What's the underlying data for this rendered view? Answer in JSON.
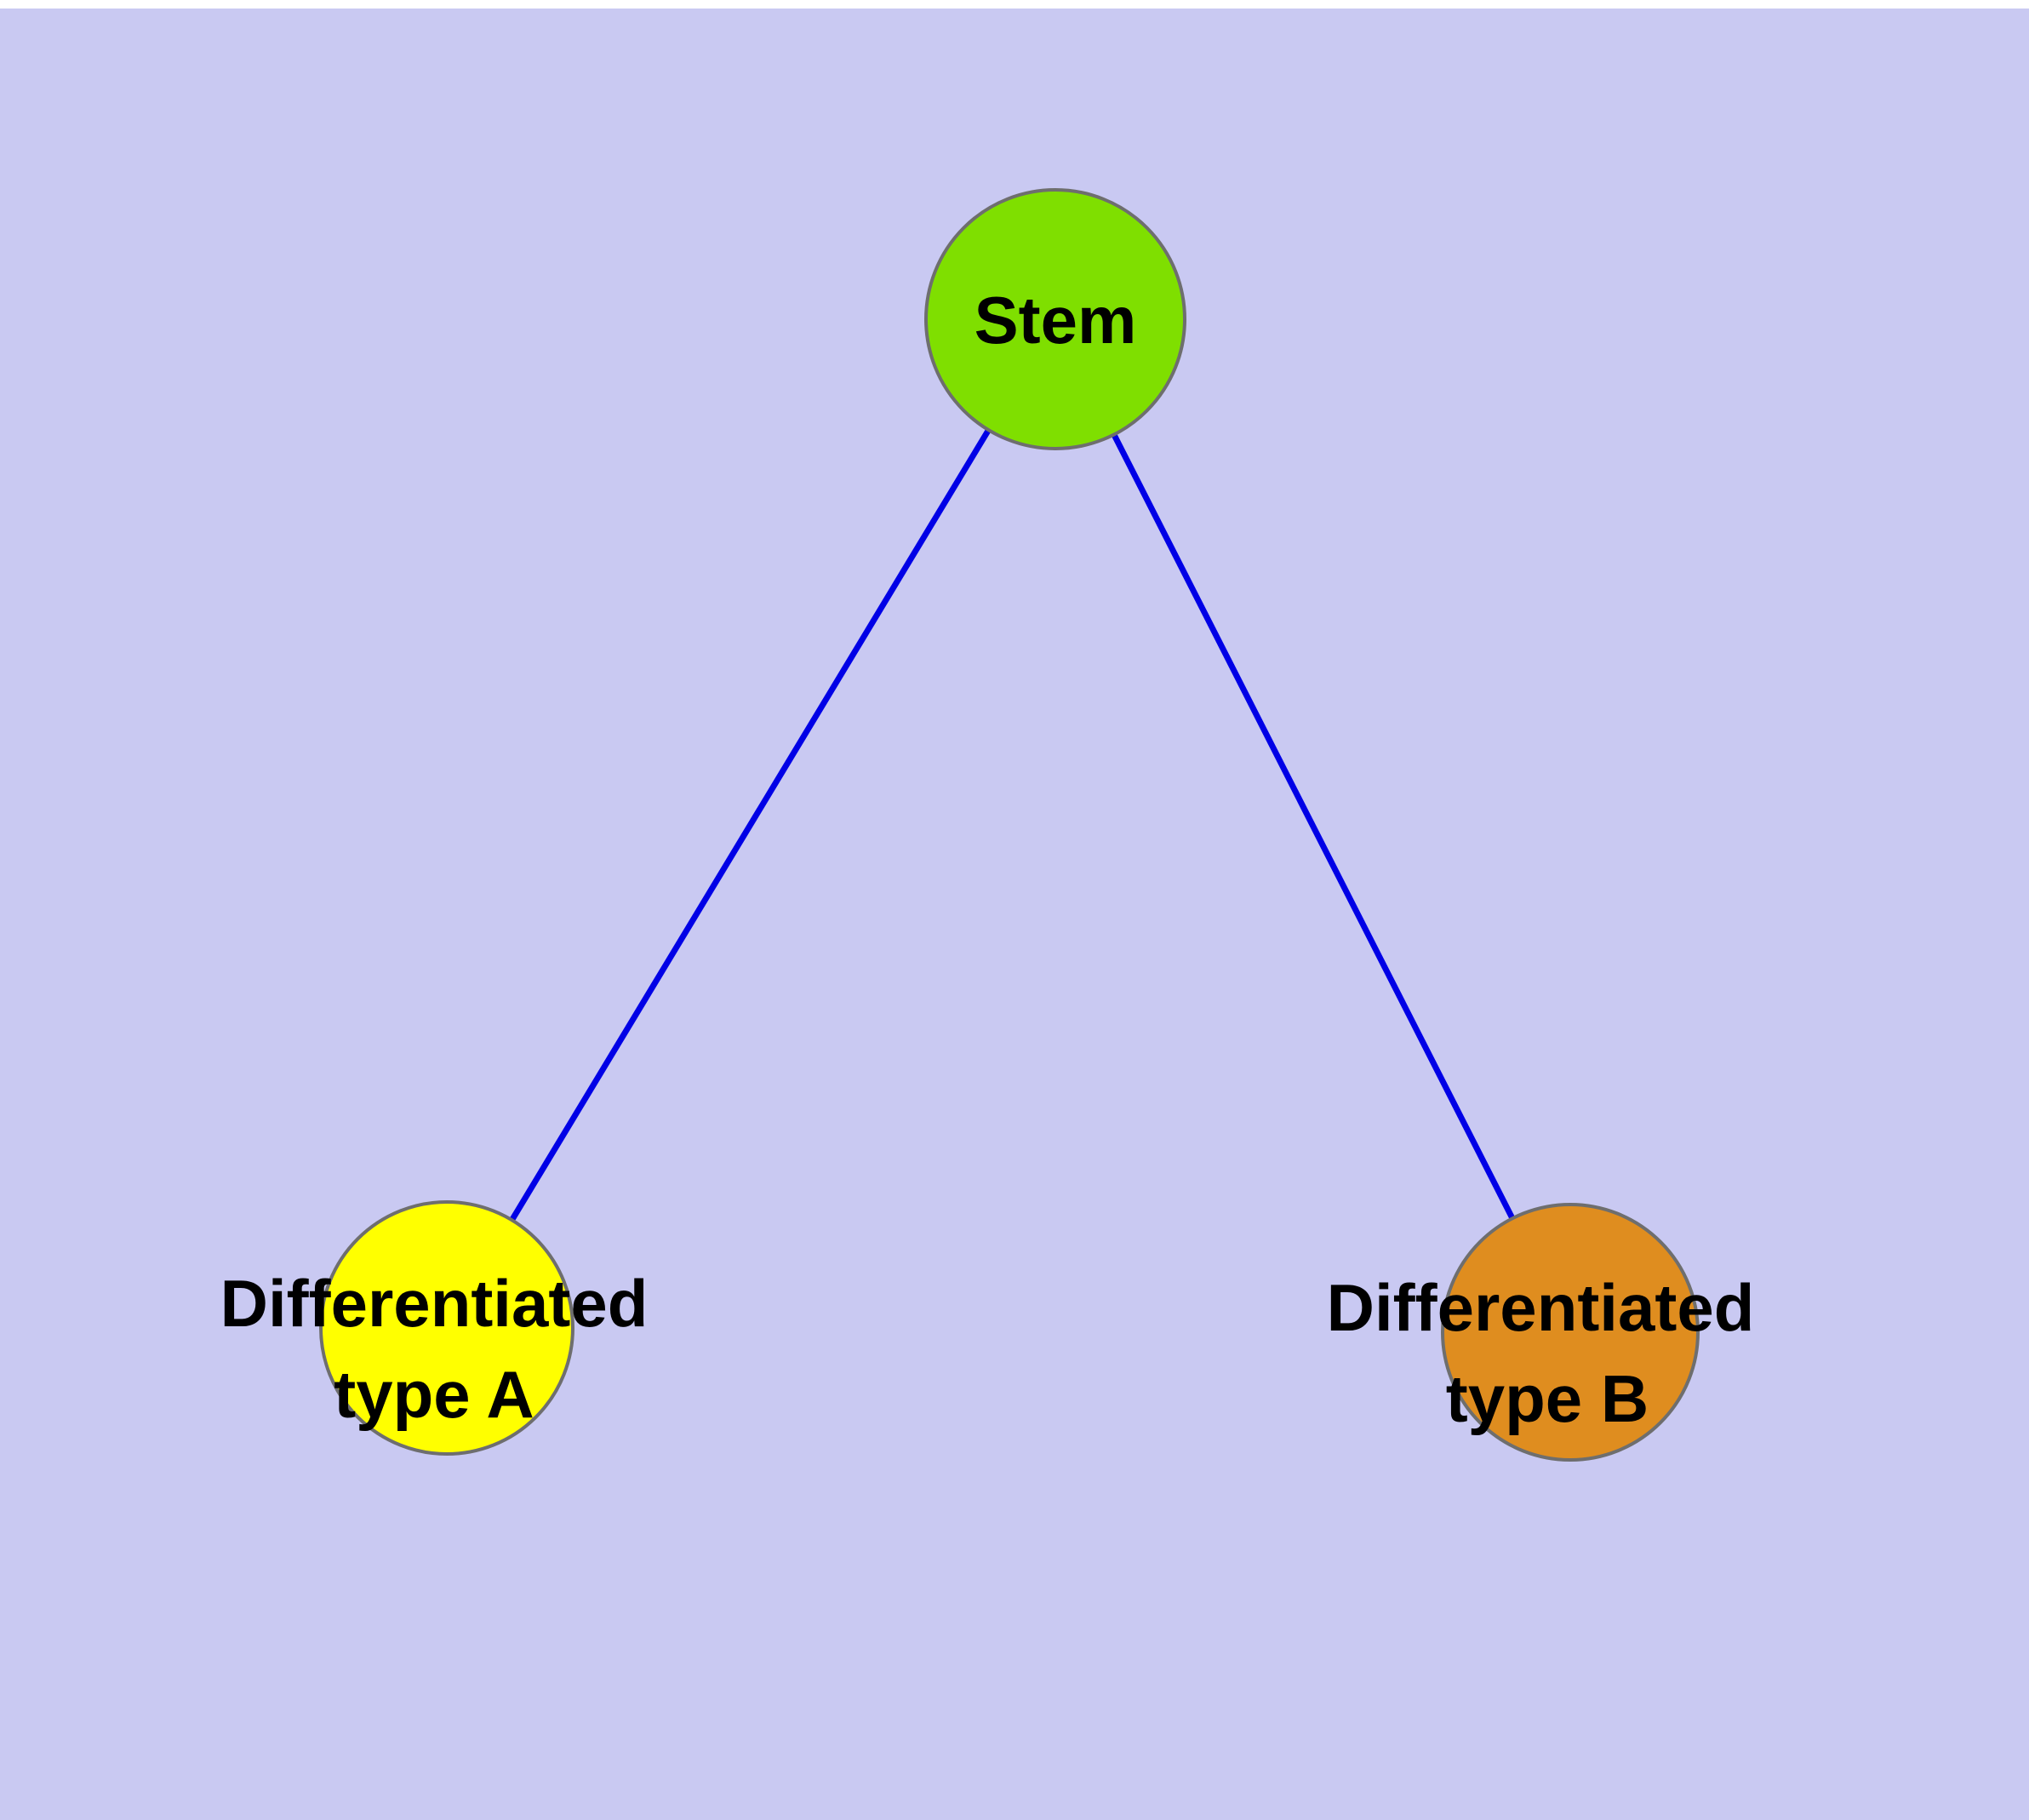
{
  "diagram": {
    "background_color": "#c9c9f2",
    "top_strip_color": "#ffffff",
    "edge_color": "#0000e6",
    "node_border_color": "#6e6e6e",
    "nodes": {
      "stem": {
        "label": "Stem",
        "color": "#7fdf00"
      },
      "type_a": {
        "label_line1": "Differentiated",
        "label_line2": "type A",
        "color": "#ffff00"
      },
      "type_b": {
        "label_line1": "Differentiated",
        "label_line2": "type B",
        "color": "#df8d1f"
      }
    },
    "edges": [
      {
        "from": "stem",
        "to": "type_a"
      },
      {
        "from": "stem",
        "to": "type_b"
      }
    ]
  }
}
